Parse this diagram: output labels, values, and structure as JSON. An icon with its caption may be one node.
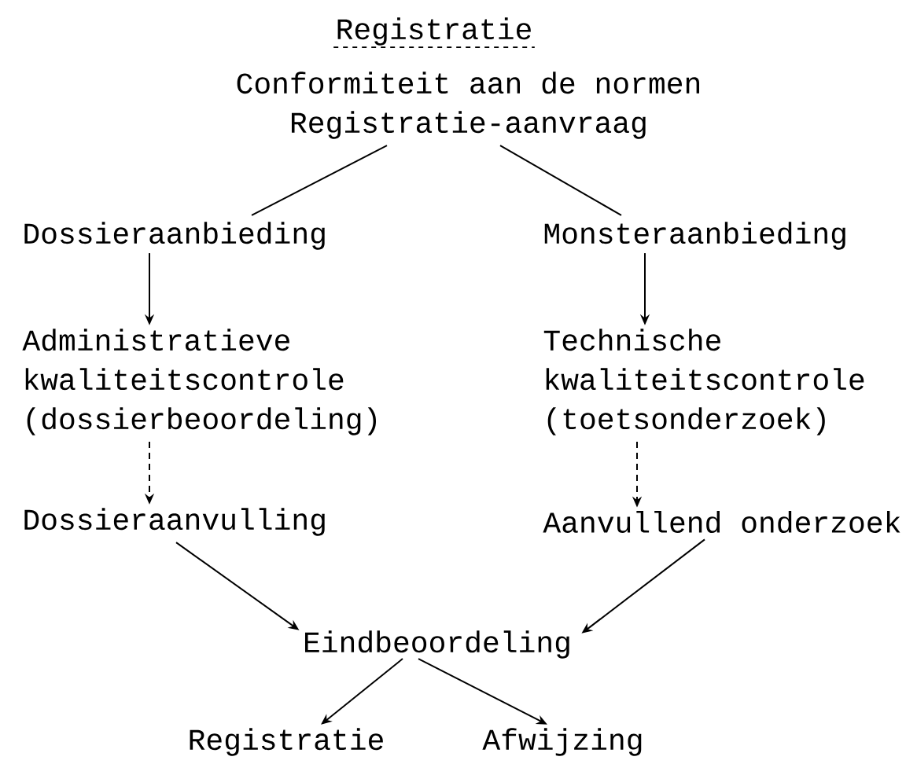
{
  "diagram": {
    "title": "Registratie",
    "nodes": [
      {
        "text": [
          "Conformiteit aan de normen",
          "Registratie-aanvraag"
        ]
      },
      {
        "text": [
          "Dossieraanbieding"
        ]
      },
      {
        "text": [
          "Monsteraanbieding"
        ]
      },
      {
        "text": [
          "Administratieve kwaliteitscontrole (dossierbeoordeling)"
        ]
      },
      {
        "text": [
          "Technische kwaliteitscontrole (toetsonderzoek)"
        ]
      },
      {
        "text": [
          "Dossieraanvulling"
        ]
      },
      {
        "text": [
          "Aanvullend onderzoek"
        ]
      },
      {
        "text": [
          "Eindbeoordeling"
        ]
      },
      {
        "text": [
          "Registratie"
        ]
      },
      {
        "text": [
          "Afwijzing"
        ]
      }
    ],
    "edges": [
      {
        "from": 0,
        "to": 1,
        "arrow": "none"
      },
      {
        "from": 0,
        "to": 2,
        "arrow": "none"
      },
      {
        "from": 1,
        "to": 3,
        "arrow": "to"
      },
      {
        "from": 2,
        "to": 4,
        "arrow": "to"
      },
      {
        "from": 3,
        "to": 5,
        "arrow": "to",
        "style": "dashed"
      },
      {
        "from": 4,
        "to": 6,
        "arrow": "to",
        "style": "dashed"
      },
      {
        "from": 5,
        "to": 7,
        "arrow": "to"
      },
      {
        "from": 6,
        "to": 7,
        "arrow": "to"
      },
      {
        "from": 7,
        "to": 8,
        "arrow": "to"
      },
      {
        "from": 7,
        "to": 9,
        "arrow": "to"
      }
    ]
  }
}
